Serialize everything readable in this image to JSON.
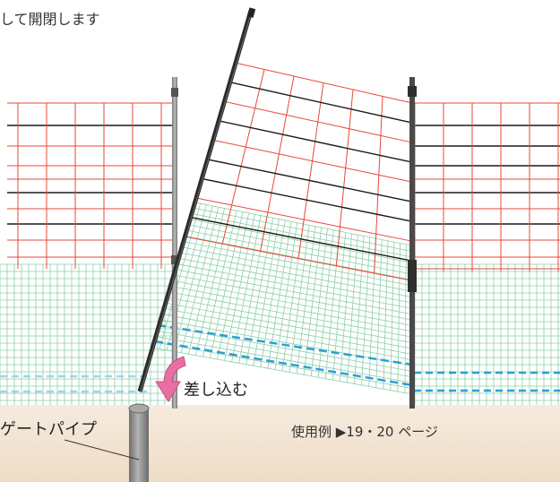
{
  "diagram": {
    "caption_top": "して開閉します",
    "label_insert": "差し込む",
    "label_gate_pipe": "ゲートパイプ",
    "usage_ref": "使用例 ▶19・20 ページ"
  },
  "colors": {
    "red_net": "#e8483a",
    "black_wire": "#1a1a1a",
    "green_net": "#8ccfa8",
    "blue_wire": "#2a9fd6",
    "blue_wire_light": "#9fd4ee",
    "ground": "#f2e6d8",
    "arrow": "#e86fa3",
    "post": "#555555",
    "gate_pipe": "#8d8d8d"
  },
  "icons": {
    "insert_arrow": "curved-arrow-icon"
  }
}
